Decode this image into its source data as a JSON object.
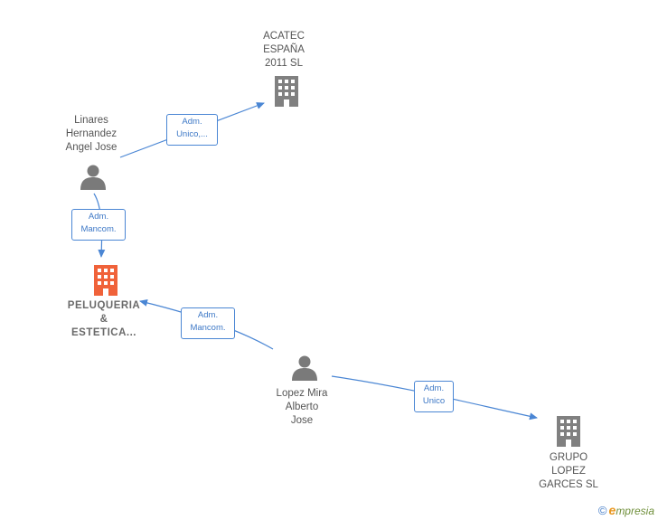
{
  "colors": {
    "edge": "#4a86d4",
    "company": "#808080",
    "focus_company": "#f0623a",
    "person": "#7a7a7a"
  },
  "nodes": {
    "acatec": {
      "label": "ACATEC\nESPAÑA\n2011  SL",
      "icon": "building-icon"
    },
    "linares": {
      "label": "Linares\nHernandez\nAngel Jose",
      "icon": "person-icon"
    },
    "peluqueria": {
      "label": "PELUQUERIA\n&\nESTETICA...",
      "icon": "building-icon"
    },
    "lopez_mira": {
      "label": "Lopez Mira\nAlberto\nJose",
      "icon": "person-icon"
    },
    "grupo": {
      "label": "GRUPO\nLOPEZ\nGARCES  SL",
      "icon": "building-icon"
    }
  },
  "edges": {
    "linares_acatec": "Adm.\nUnico,...",
    "linares_peluqueria": "Adm.\nMancom.",
    "lopez_peluqueria": "Adm.\nMancom.",
    "lopez_grupo": "Adm.\nUnico"
  },
  "footer": {
    "copyright_symbol": "©",
    "brand_initial": "e",
    "brand_rest": "mpresia"
  }
}
